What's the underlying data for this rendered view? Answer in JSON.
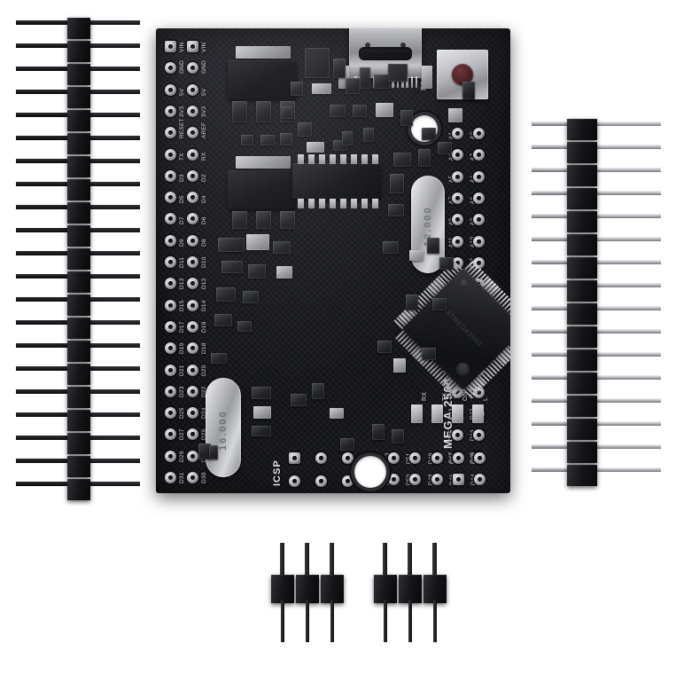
{
  "product": {
    "name": "MEGA 2560 PRO",
    "silkscreen_title": "MEGA 2560 PRO",
    "board_color": "#15161a",
    "pad_color": "#b9babf",
    "accent_color": "#4a1f25"
  },
  "board": {
    "icsp_label": "ICSP",
    "reset_label": "RESET",
    "crystal_main": "16.000",
    "crystal_usb": "12.000",
    "mcu_marking": "ATMEGA2560"
  },
  "leds": [
    {
      "label": "RX"
    },
    {
      "label": "TX"
    },
    {
      "label": "ON"
    },
    {
      "label": "L"
    }
  ],
  "left_header": {
    "outer_column": [
      "VIN",
      "GND",
      "5V",
      "3V3",
      "RESET",
      "TX",
      "D3",
      "D5",
      "D7",
      "D9",
      "D11",
      "D13",
      "D15",
      "D17",
      "D19",
      "D21",
      "D23",
      "D25",
      "D27",
      "D29",
      "D31"
    ],
    "inner_column": [
      "VIN",
      "GND",
      "5V",
      "3V3",
      "AREF",
      "RX",
      "D2",
      "D4",
      "D6",
      "D8",
      "D10",
      "D12",
      "D14",
      "D16",
      "D18",
      "D20",
      "D22",
      "D24",
      "D26",
      "D28",
      "D30"
    ]
  },
  "right_header": {
    "inner_column": [
      "A1",
      "A3",
      "A5",
      "A7",
      "A9",
      "A11",
      "A13",
      "A15",
      "D33",
      "D35",
      "D37",
      "D39",
      "D41",
      "D43",
      "D45",
      "D47"
    ],
    "outer_column": [
      "A0",
      "A2",
      "A4",
      "A6",
      "A8",
      "A10",
      "A12",
      "A14",
      "D32",
      "D34",
      "D36",
      "D38",
      "D40",
      "D42",
      "D44",
      "D46"
    ]
  },
  "bottom_header": {
    "top_row": [
      "D53",
      "D51",
      "D49",
      "D47",
      "D45"
    ],
    "bottom_row": [
      "D52",
      "D50",
      "D48",
      "D46",
      "D44"
    ]
  },
  "accessories": [
    {
      "name": "long-pin-header-left",
      "pins": 40,
      "rows": 2,
      "finish": "black"
    },
    {
      "name": "long-pin-header-right",
      "pins": 40,
      "rows": 2,
      "finish": "tinned"
    },
    {
      "name": "short-pin-header-a",
      "pins": 3,
      "rows": 1,
      "finish": "black"
    },
    {
      "name": "short-pin-header-b",
      "pins": 3,
      "rows": 1,
      "finish": "black"
    }
  ]
}
